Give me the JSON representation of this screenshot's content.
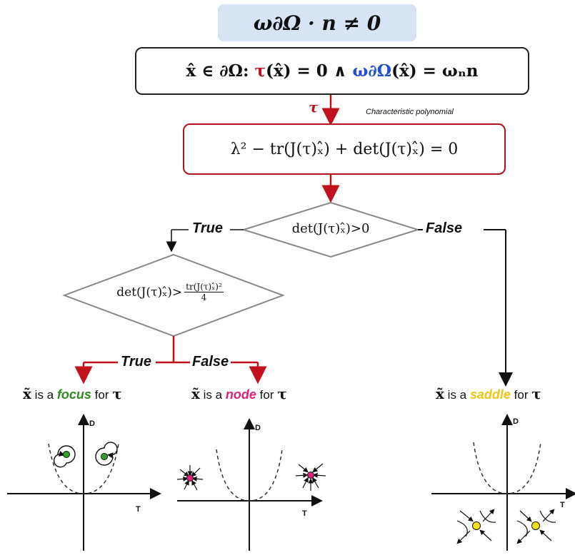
{
  "title": "ω∂Ω · n ≠ 0",
  "definition": {
    "lhs": "x̂ ∈ ∂Ω:",
    "tau": "τ",
    "mid": "(x̂) = 0 ∧",
    "omega": "ω∂Ω",
    "rhs": "(x̂) = ωₙn"
  },
  "arrow1": {
    "label": "τ",
    "note": "Characteristic polynomial"
  },
  "char_poly": "λ² − tr(J(τ)ₓ̂) + det(J(τ)ₓ̂) = 0",
  "decision1": {
    "text": "det(J(τ)ₓ̂)>0",
    "true_label": "True",
    "false_label": "False"
  },
  "decision2": {
    "lhs": "det(J(τ)ₓ̂)>",
    "num": "tr(J(τ)ₓ̂)²",
    "den": "4",
    "true_label": "True",
    "false_label": "False"
  },
  "results": {
    "focus": {
      "x": "x̃",
      "pre": "is a",
      "word": "focus",
      "post": "for",
      "tau": "τ",
      "color": "#2e8b1f"
    },
    "node": {
      "x": "x̃",
      "pre": "is a",
      "word": "node",
      "post": "for",
      "tau": "τ",
      "color": "#e0207a"
    },
    "saddle": {
      "x": "x̃",
      "pre": "is a",
      "word": "saddle",
      "post": "for",
      "tau": "τ",
      "color": "#f2c418"
    }
  },
  "plots": {
    "axis_d": "D",
    "axis_t": "T"
  },
  "colors": {
    "accent_red": "#c0111c",
    "accent_blue": "#1f4fd0",
    "title_bg": "#d8e4f4"
  }
}
